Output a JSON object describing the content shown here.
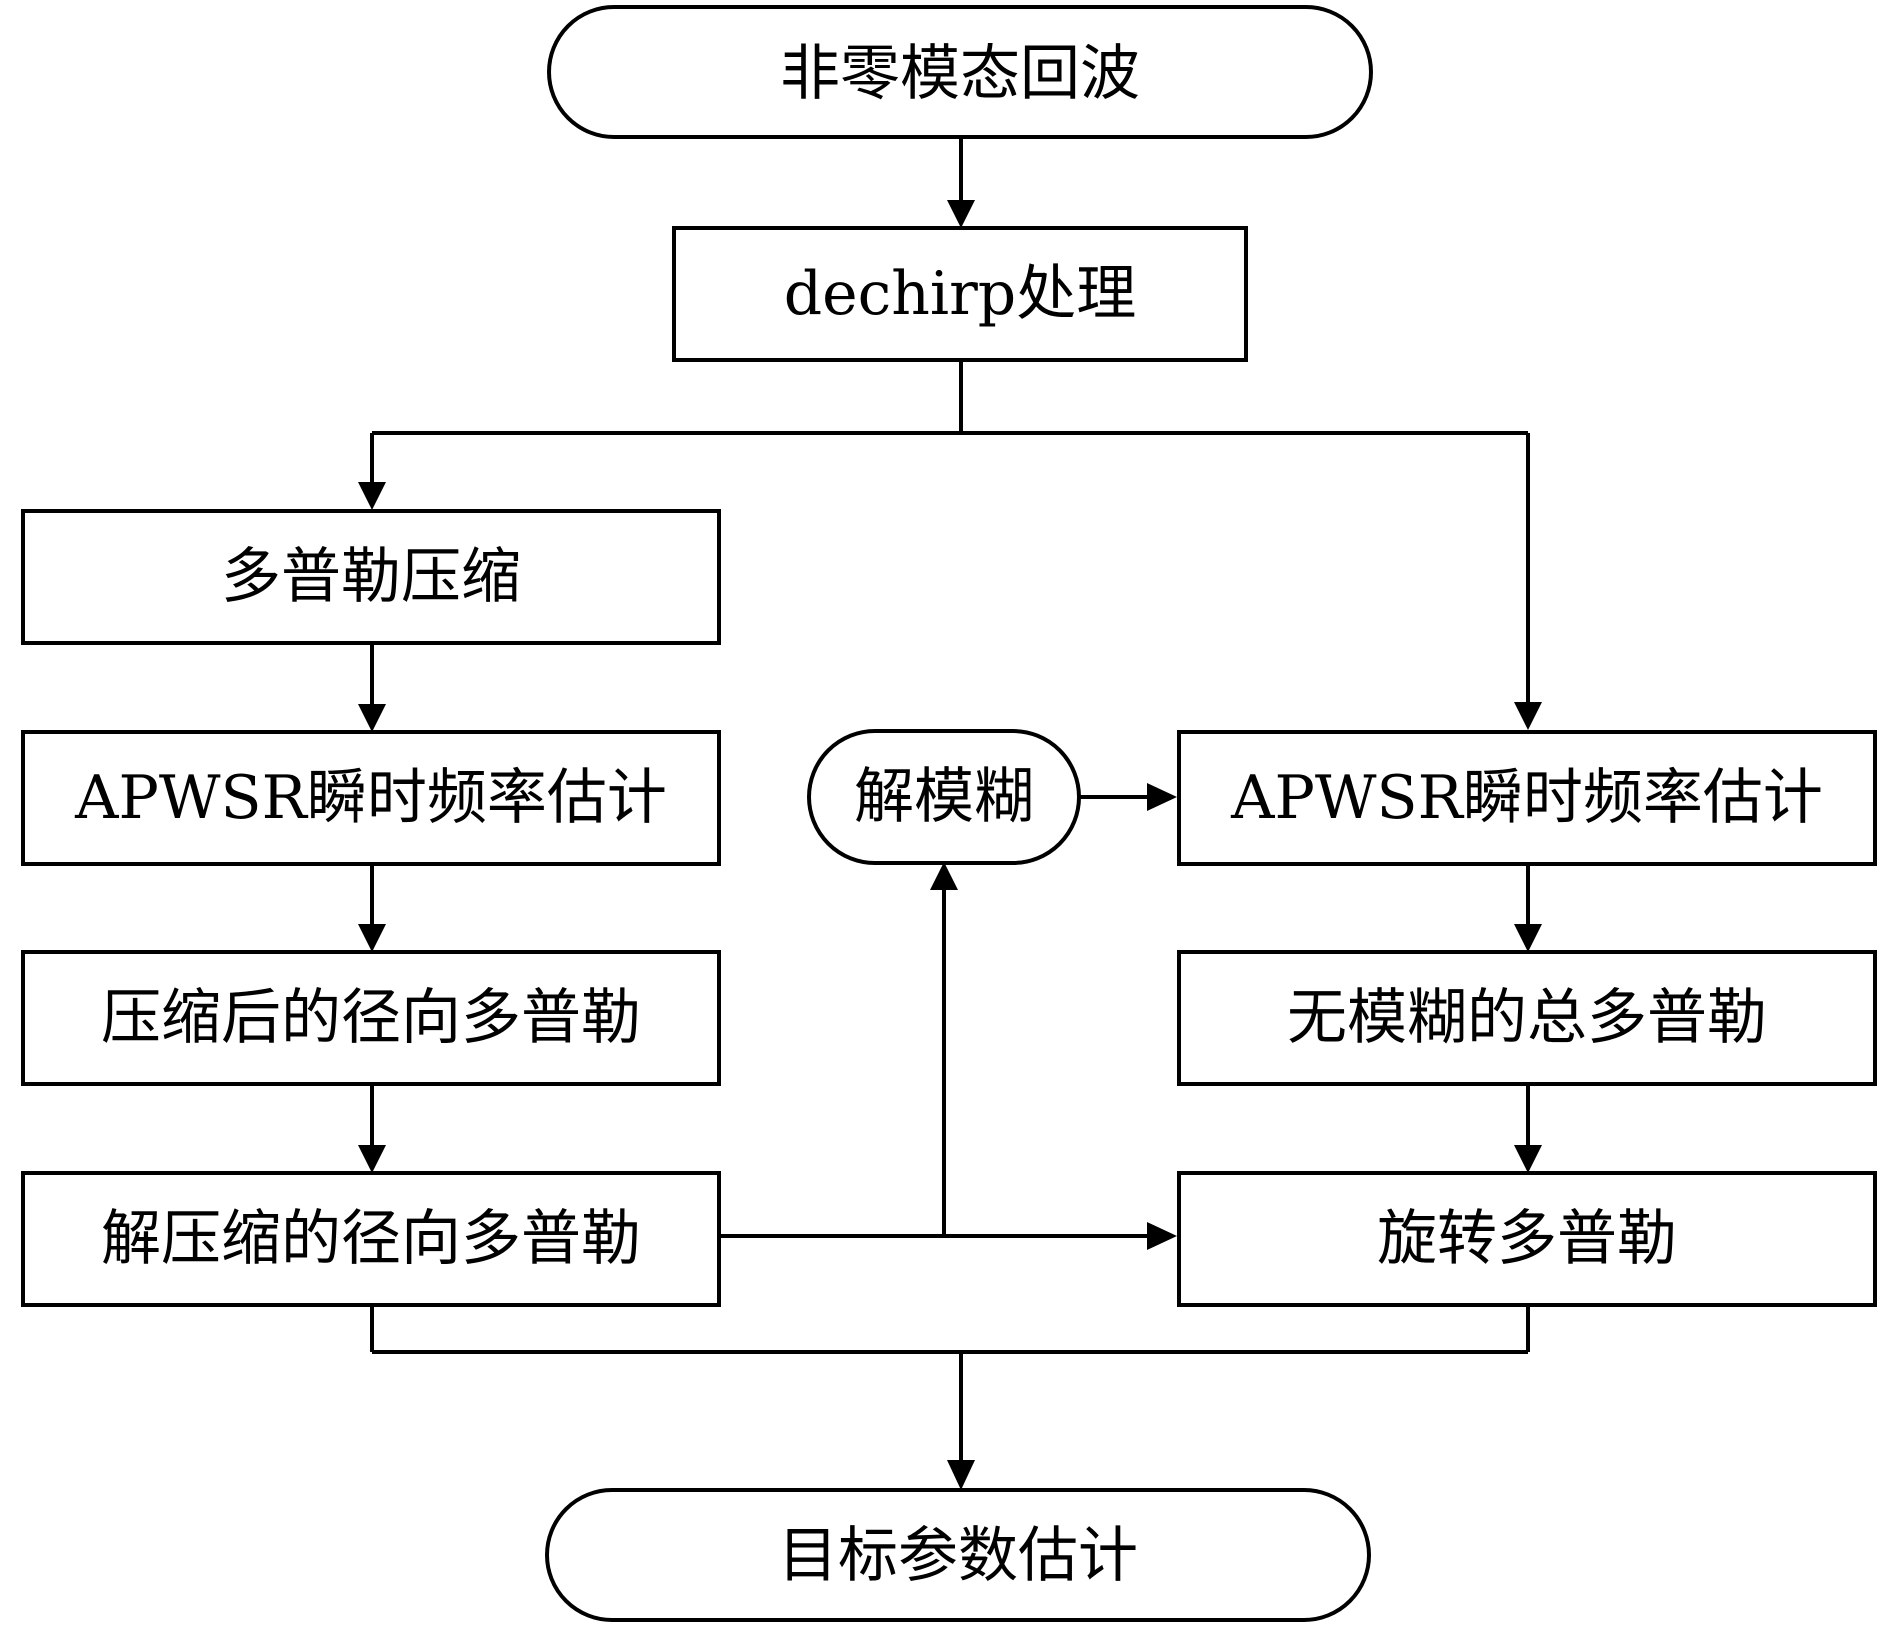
{
  "diagram": {
    "type": "flowchart",
    "nodes": {
      "start": {
        "label": "非零模态回波",
        "shape": "terminal"
      },
      "dechirp": {
        "label": "dechirp处理",
        "shape": "process"
      },
      "doppler_compress": {
        "label": "多普勒压缩",
        "shape": "process"
      },
      "apwsr_left": {
        "label": "APWSR瞬时频率估计",
        "shape": "process"
      },
      "compressed_radial": {
        "label": "压缩后的径向多普勒",
        "shape": "process"
      },
      "decompressed_radial": {
        "label": "解压缩的径向多普勒",
        "shape": "process"
      },
      "disambiguation": {
        "label": "解模糊",
        "shape": "terminal"
      },
      "apwsr_right": {
        "label": "APWSR瞬时频率估计",
        "shape": "process"
      },
      "unambiguous_total": {
        "label": "无模糊的总多普勒",
        "shape": "process"
      },
      "rotation_doppler": {
        "label": "旋转多普勒",
        "shape": "process"
      },
      "end": {
        "label": "目标参数估计",
        "shape": "terminal"
      }
    },
    "edges": [
      [
        "start",
        "dechirp"
      ],
      [
        "dechirp",
        "doppler_compress"
      ],
      [
        "dechirp",
        "apwsr_right"
      ],
      [
        "doppler_compress",
        "apwsr_left"
      ],
      [
        "apwsr_left",
        "compressed_radial"
      ],
      [
        "compressed_radial",
        "decompressed_radial"
      ],
      [
        "decompressed_radial",
        "disambiguation"
      ],
      [
        "decompressed_radial",
        "rotation_doppler"
      ],
      [
        "disambiguation",
        "apwsr_right"
      ],
      [
        "apwsr_right",
        "unambiguous_total"
      ],
      [
        "unambiguous_total",
        "rotation_doppler"
      ],
      [
        "decompressed_radial",
        "end"
      ],
      [
        "rotation_doppler",
        "end"
      ]
    ]
  }
}
